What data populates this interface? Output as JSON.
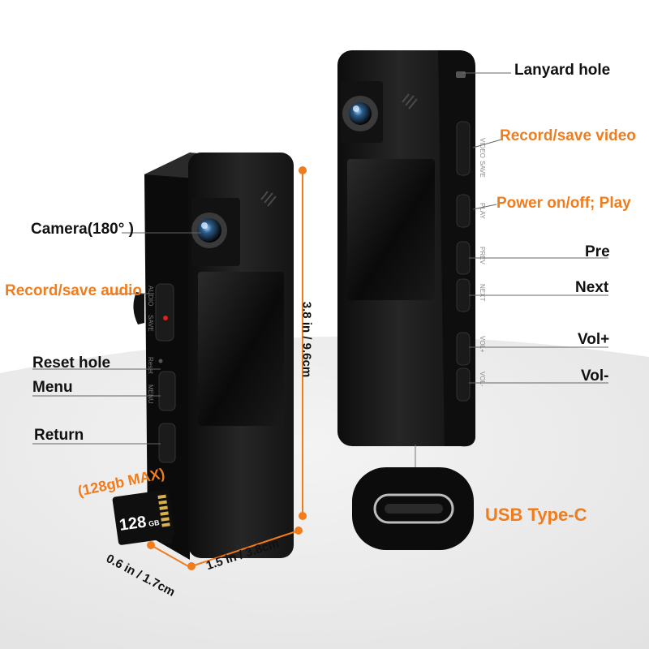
{
  "colors": {
    "accent": "#f07c1c",
    "label": "#111111",
    "device": "#1c1c1c",
    "floor": "#e9e9e9"
  },
  "left_device": {
    "labels": {
      "camera": "Camera(180° )",
      "record_audio": "Record/save audio",
      "reset": "Reset hole",
      "menu": "Menu",
      "return": "Return"
    },
    "button_text": {
      "audio": "AUDIO",
      "save": "SAVE",
      "reset": "Reset",
      "menu": "MENU"
    }
  },
  "right_device": {
    "labels": {
      "lanyard": "Lanyard hole",
      "record_video": "Record/save video",
      "power": "Power on/off; Play",
      "pre": "Pre",
      "next": "Next",
      "vol_up": "Vol+",
      "vol_down": "Vol-"
    },
    "button_text": {
      "save": "SAVE",
      "video": "VIDEO",
      "play": "PLAY",
      "prev": "PREV",
      "next": "NEXT",
      "vol_up": "VOL+",
      "vol_down": "VOL-"
    }
  },
  "sd_card": {
    "max_label": "(128gb MAX)",
    "capacity": "128",
    "unit": "GB"
  },
  "dimensions": {
    "height": "3.8 in / 9.6cm",
    "width": "1.5 in / 3.8cm",
    "depth": "0.6 in / 1.7cm"
  },
  "usb_label": "USB Type-C"
}
